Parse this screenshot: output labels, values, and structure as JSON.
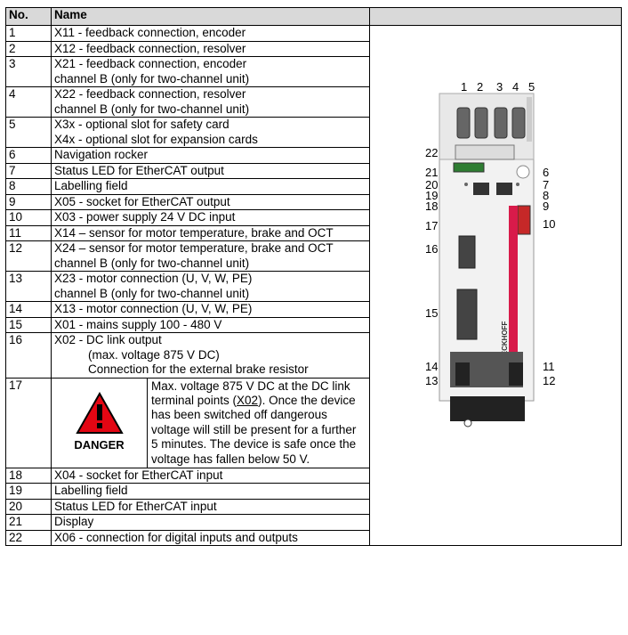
{
  "table": {
    "header": {
      "no": "No.",
      "name": "Name"
    },
    "rows": [
      {
        "no": "1",
        "lines": [
          "X11 - feedback connection, encoder"
        ]
      },
      {
        "no": "2",
        "lines": [
          "X12 - feedback connection, resolver"
        ]
      },
      {
        "no": "3",
        "lines": [
          "X21 - feedback connection, encoder",
          "channel B (only for two-channel unit)"
        ]
      },
      {
        "no": "4",
        "lines": [
          "X22 - feedback connection, resolver",
          "channel B (only for two-channel unit)"
        ]
      },
      {
        "no": "5",
        "lines": [
          "X3x - optional slot for safety card",
          "X4x - optional slot for expansion cards"
        ]
      },
      {
        "no": "6",
        "lines": [
          "Navigation rocker"
        ]
      },
      {
        "no": "7",
        "lines": [
          "Status LED for EtherCAT output"
        ]
      },
      {
        "no": "8",
        "lines": [
          "Labelling field"
        ]
      },
      {
        "no": "9",
        "lines": [
          "X05 - socket for EtherCAT output"
        ]
      },
      {
        "no": "10",
        "lines": [
          "X03 - power supply 24 V DC input"
        ]
      },
      {
        "no": "11",
        "lines": [
          "X14 – sensor for motor temperature, brake and OCT"
        ]
      },
      {
        "no": "12",
        "lines": [
          "X24 – sensor for motor temperature, brake and OCT",
          "channel B (only for two-channel unit)"
        ]
      },
      {
        "no": "13",
        "lines": [
          "X23 - motor connection (U, V, W, PE)",
          "channel B (only for two-channel unit)"
        ]
      },
      {
        "no": "14",
        "lines": [
          "X13 - motor connection (U, V, W, PE)"
        ]
      },
      {
        "no": "15",
        "lines": [
          "X01 - mains supply 100 - 480 V"
        ]
      },
      {
        "no": "16",
        "lines": [
          "X02 - DC link output",
          "(max. voltage 875 V DC)",
          "Connection for the external brake resistor"
        ]
      },
      {
        "no": "18",
        "lines": [
          "X04 - socket for EtherCAT input"
        ]
      },
      {
        "no": "19",
        "lines": [
          "Labelling field"
        ]
      },
      {
        "no": "20",
        "lines": [
          "Status LED for EtherCAT input"
        ]
      },
      {
        "no": "21",
        "lines": [
          "Display"
        ]
      },
      {
        "no": "22",
        "lines": [
          "X06 - connection for digital inputs and outputs"
        ]
      }
    ],
    "danger_row": {
      "no": "17",
      "label": "DANGER",
      "text_before": "Max. voltage 875 V DC at the DC link terminal points (",
      "link": "X02",
      "text_after": "). Once the device has been switched off dangerous voltage will still be present for a further 5 minutes. The device is safe once the voltage has fallen below 50 V."
    }
  },
  "figure": {
    "brand": "BECKHOFF",
    "top_numbers": [
      "1",
      "2",
      "3",
      "4",
      "5"
    ],
    "left_numbers": [
      "22",
      "21",
      "20",
      "19",
      "18",
      "17",
      "16",
      "15",
      "14",
      "13"
    ],
    "right_numbers": [
      "6",
      "7",
      "8",
      "9",
      "10",
      "11",
      "12"
    ],
    "colors": {
      "accent": "#c8102e",
      "warning": "#e30613",
      "header_bg": "#d9d9d9"
    }
  }
}
